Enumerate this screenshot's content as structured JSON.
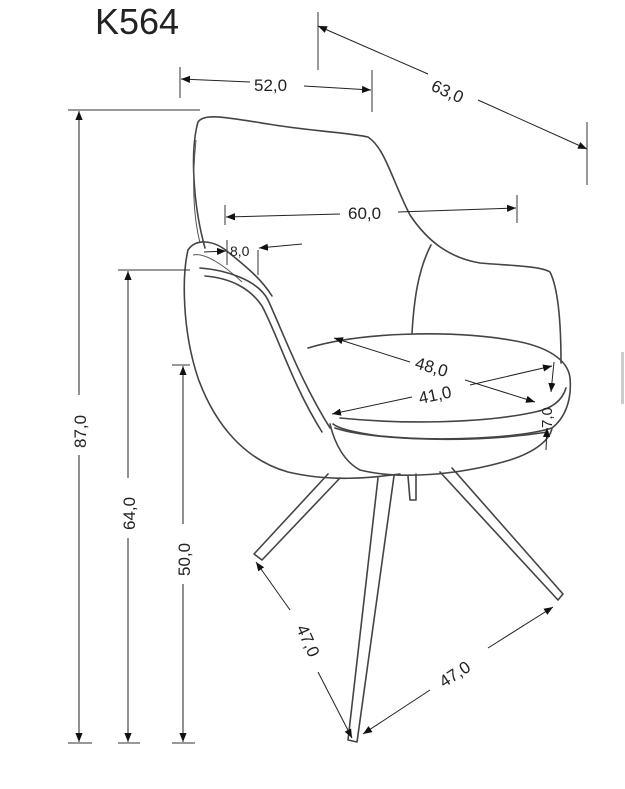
{
  "title": "K564",
  "dimensions": {
    "width_top": "52,0",
    "depth": "63,0",
    "inner_width": "60,0",
    "arm_width": "8,0",
    "seat_depth": "48,0",
    "seat_width": "41,0",
    "seat_thickness": "7,0",
    "total_height": "87,0",
    "arm_height": "64,0",
    "seat_height": "50,0",
    "leg_span_left": "47,0",
    "leg_span_right": "47,0"
  }
}
